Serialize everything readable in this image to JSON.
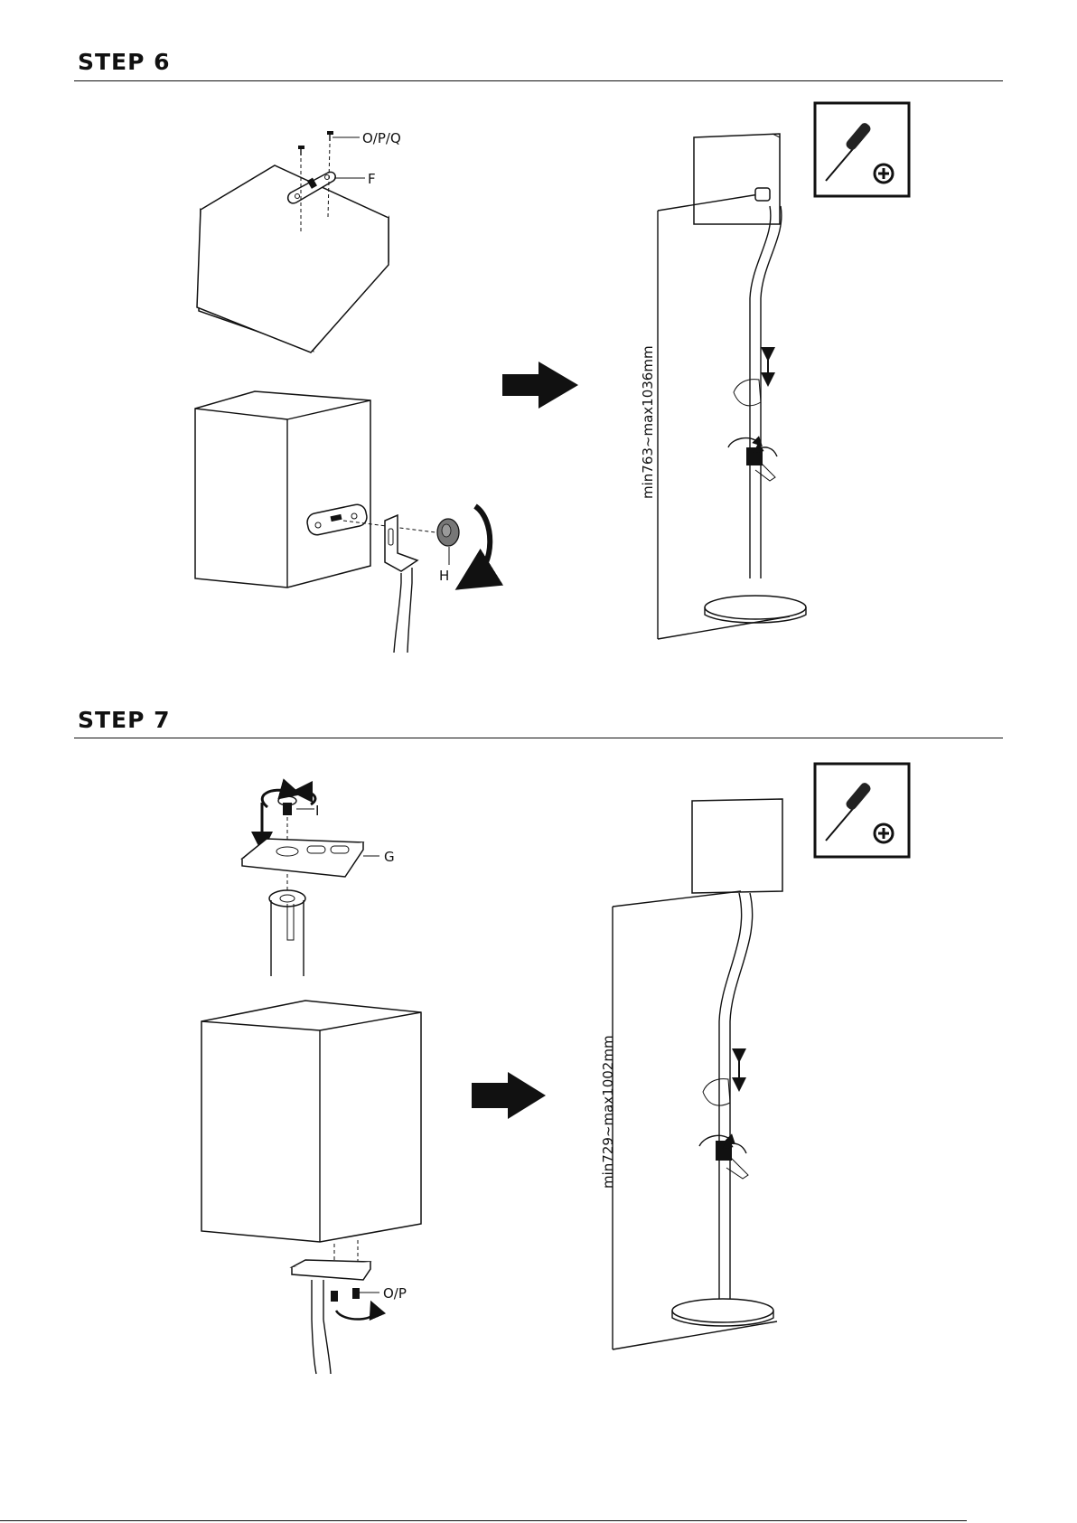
{
  "steps": [
    {
      "title": "STEP 6",
      "labels": {
        "screws": "O/P/Q",
        "plate": "F",
        "knob": "H"
      },
      "dimension": "min763~max1036mm",
      "icon": "screwdriver-phillips-icon"
    },
    {
      "title": "STEP 7",
      "labels": {
        "bolt": "I",
        "plate": "G",
        "screws": "O/P"
      },
      "dimension": "min729~max1002mm",
      "icon": "screwdriver-phillips-icon"
    }
  ]
}
